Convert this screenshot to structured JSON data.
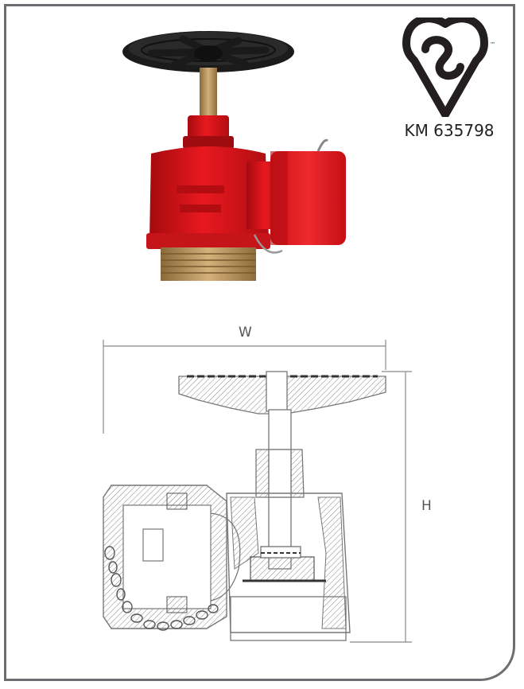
{
  "certification": {
    "mark_code": "KM 635798",
    "trademark": "™",
    "icon": "bsi-kitemark-icon"
  },
  "product": {
    "icon": "landing-valve-photo",
    "colors": {
      "body": "#e1141b",
      "brass": "#b8925a",
      "handwheel": "#1a1a1a"
    }
  },
  "drawing": {
    "width_label": "W",
    "height_label": "H"
  },
  "colors": {
    "frame": "#6d6e71",
    "text": "#231f20"
  }
}
